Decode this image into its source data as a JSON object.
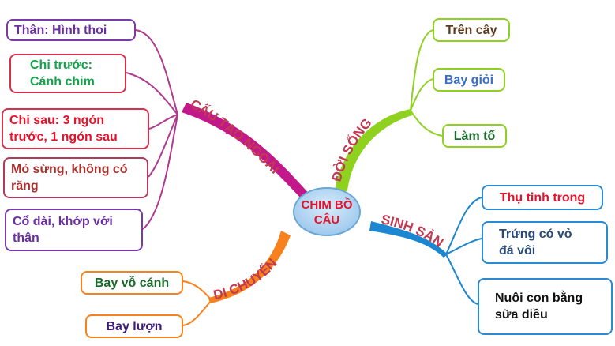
{
  "center": {
    "line1": "CHIM BỒ",
    "line2": "CÂU"
  },
  "branches": {
    "structure": {
      "label": "CẤU TẠO NGOÀI",
      "color": "#c2188b"
    },
    "life": {
      "label": "ĐỜI SỐNG",
      "color": "#8ed21f"
    },
    "reproduction": {
      "label": "SINH SẢN",
      "color": "#1c86d1"
    },
    "movement": {
      "label": "DI CHUYỂN",
      "color": "#f7811c"
    }
  },
  "nodes": {
    "body": {
      "text": "Thân: Hình thoi",
      "color": "#6b2fa0",
      "border": "#7a3aa8"
    },
    "forelimb": {
      "text": "Chi trước: Cánh chim",
      "color": "#13a34b",
      "border": "#d9304b"
    },
    "hindlimb": {
      "text": "Chi sau: 3 ngón trước, 1 ngón sau",
      "color": "#e8102a",
      "border": "#d9304b"
    },
    "beak": {
      "text": "Mỏ sừng, không có răng",
      "color": "#a8312e",
      "border": "#b03a5c"
    },
    "neck": {
      "text": "Cổ dài, khớp với thân",
      "color": "#6b2fa0",
      "border": "#7a3aa8"
    },
    "on_tree": {
      "text": "Trên cây",
      "color": "#5b3a1e",
      "border": "#8ed21f"
    },
    "flies_well": {
      "text": "Bay giỏi",
      "color": "#3a6fc2",
      "border": "#8ed21f"
    },
    "nest": {
      "text": "Làm tổ",
      "color": "#1a6b2a",
      "border": "#8ed21f"
    },
    "fertilization": {
      "text": "Thụ tinh trong",
      "color": "#e8102a",
      "border": "#2a8ad4"
    },
    "eggs": {
      "text": "Trứng có vỏ đá vôi",
      "color": "#2a4a7a",
      "border": "#2a8ad4"
    },
    "crop_milk": {
      "text": "Nuôi con bằng sữa diều",
      "color": "#111111",
      "border": "#2a8ad4"
    },
    "flapping": {
      "text": "Bay vỗ cánh",
      "color": "#1a6b2a",
      "border": "#f7811c"
    },
    "gliding": {
      "text": "Bay lượn",
      "color": "#3a1a7a",
      "border": "#f7811c"
    }
  }
}
